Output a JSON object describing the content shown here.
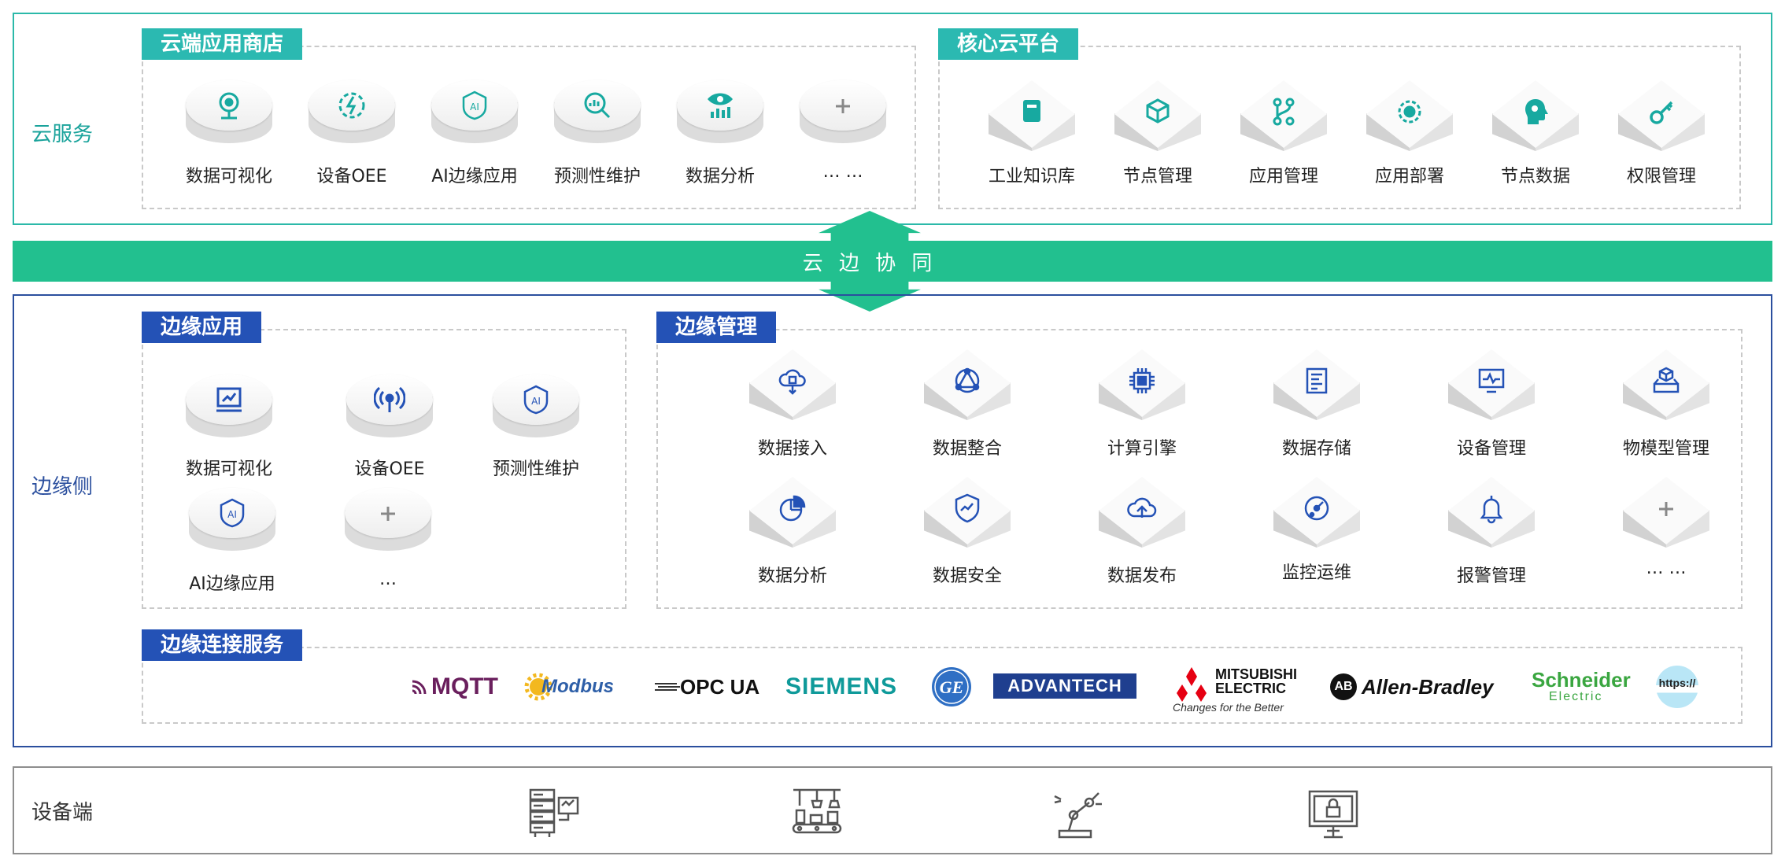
{
  "cloud": {
    "label": "云服务",
    "store": {
      "title": "云端应用商店",
      "items": [
        {
          "label": "数据可视化",
          "icon": "webcam-icon"
        },
        {
          "label": "设备OEE",
          "icon": "power-cycle-icon"
        },
        {
          "label": "AI边缘应用",
          "icon": "ai-shield-icon"
        },
        {
          "label": "预测性维护",
          "icon": "chart-search-icon"
        },
        {
          "label": "数据分析",
          "icon": "eye-bars-icon"
        },
        {
          "label": "… …",
          "icon": "plus-icon"
        }
      ]
    },
    "core": {
      "title": "核心云平台",
      "items": [
        {
          "label": "工业知识库",
          "icon": "book-icon"
        },
        {
          "label": "节点管理",
          "icon": "cube-icon"
        },
        {
          "label": "应用管理",
          "icon": "branch-icon"
        },
        {
          "label": "应用部署",
          "icon": "target-gear-icon"
        },
        {
          "label": "节点数据",
          "icon": "head-gear-icon"
        },
        {
          "label": "权限管理",
          "icon": "key-icon"
        }
      ]
    }
  },
  "collab": {
    "label": "云 边 协 同"
  },
  "edge": {
    "label": "边缘侧",
    "apps": {
      "title": "边缘应用",
      "items": [
        {
          "label": "数据可视化",
          "icon": "monitor-chart-icon"
        },
        {
          "label": "设备OEE",
          "icon": "signal-tower-icon"
        },
        {
          "label": "预测性维护",
          "icon": "ai-shield-icon"
        },
        {
          "label": "AI边缘应用",
          "icon": "ai-shield-icon"
        },
        {
          "label": "…",
          "icon": "plus-icon"
        }
      ]
    },
    "management": {
      "title": "边缘管理",
      "items": [
        {
          "label": "数据接入",
          "icon": "cloud-chip-icon"
        },
        {
          "label": "数据整合",
          "icon": "network-triangle-icon"
        },
        {
          "label": "计算引擎",
          "icon": "chip-icon"
        },
        {
          "label": "数据存储",
          "icon": "document-list-icon"
        },
        {
          "label": "设备管理",
          "icon": "monitor-pulse-icon"
        },
        {
          "label": "物模型管理",
          "icon": "cube-tray-icon"
        },
        {
          "label": "数据分析",
          "icon": "pie-chart-icon"
        },
        {
          "label": "数据安全",
          "icon": "shield-chart-icon"
        },
        {
          "label": "数据发布",
          "icon": "cloud-upload-icon"
        },
        {
          "label": "监控运维",
          "icon": "gauge-icon"
        },
        {
          "label": "报警管理",
          "icon": "bell-icon"
        },
        {
          "label": "… …",
          "icon": "plus-icon"
        }
      ]
    },
    "connect": {
      "title": "边缘连接服务",
      "logos": [
        {
          "text": "MQTT",
          "color": "#6a1f5d"
        },
        {
          "text": "Modbus",
          "color": "#2e5fa8"
        },
        {
          "text": "OPC UA",
          "color": "#111111"
        },
        {
          "text": "SIEMENS",
          "color": "#0f9a9a"
        },
        {
          "text": "GE",
          "color": "#2f6fc4"
        },
        {
          "text": "ADVANTECH",
          "color": "#1f3f8f"
        },
        {
          "text": "MITSUBISHI",
          "color": "#111111"
        },
        {
          "text": "ELECTRIC",
          "color": "#111111"
        },
        {
          "text": "Changes for the Better",
          "color": "#333333"
        },
        {
          "text": "AB",
          "color": "#111111"
        },
        {
          "text": "Allen-Bradley",
          "color": "#111111"
        },
        {
          "text": "Schneider",
          "color": "#3aa640"
        },
        {
          "text": "Electric",
          "color": "#3aa640"
        },
        {
          "text": "https://",
          "color": "#222222"
        }
      ]
    }
  },
  "device": {
    "label": "设备端",
    "icons": [
      "server-rack-icon",
      "assembly-line-icon",
      "robot-arm-icon",
      "secure-terminal-icon"
    ]
  },
  "colors": {
    "teal": "#2bb9b1",
    "green": "#22c08f",
    "blue": "#2452b6",
    "edge_icon": "#2452b6",
    "cloud_icon": "#17a9a0"
  }
}
